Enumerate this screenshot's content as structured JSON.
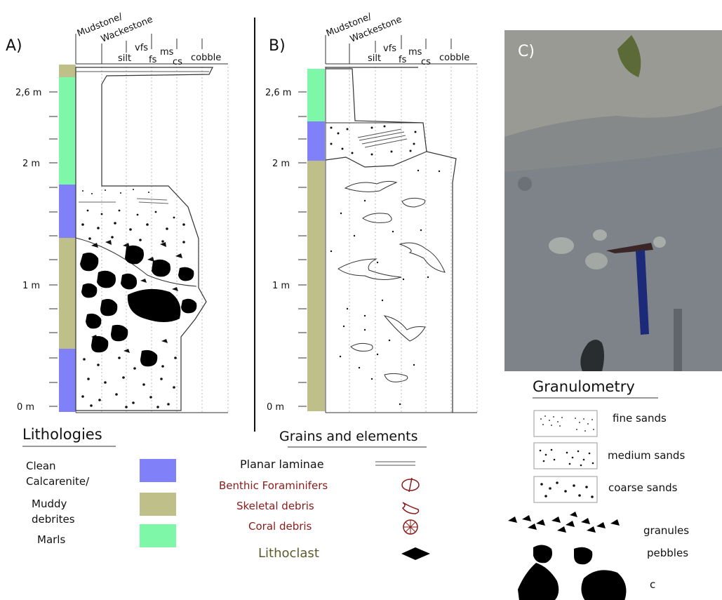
{
  "panels": {
    "a": {
      "label": "A)"
    },
    "b": {
      "label": "B)"
    },
    "c": {
      "label": "C)"
    }
  },
  "grain_scale": {
    "mudstone": "Mudstone/",
    "wackestone": "Wackestone",
    "silt": "silt",
    "vfs": "vfs",
    "fs": "fs",
    "ms": "ms",
    "cs": "cs",
    "cobble": "cobble"
  },
  "depth_labels": {
    "m26": "2,6 m",
    "m2": "2 m",
    "m1": "1 m",
    "m0": "0 m"
  },
  "lithologies": {
    "title": "Lithologies",
    "clean_line1": "Clean",
    "clean_line2": "Calcarenite/",
    "muddy_line1": "Muddy",
    "muddy_line2": "debrites",
    "marls": "Marls",
    "colors": {
      "clean": "#8080f8",
      "muddy": "#bfbf8a",
      "marls": "#7ff7a8"
    }
  },
  "grains": {
    "title": "Grains and elements",
    "planar": "Planar laminae",
    "benthic": "Benthic Foraminifers",
    "skeletal": "Skeletal debris",
    "coral": "Coral debris",
    "lithoclast": "Lithoclast"
  },
  "granulometry": {
    "title": "Granulometry",
    "fine": "fine sands",
    "medium": "medium sands",
    "coarse": "coarse sands",
    "granules": "granules",
    "pebbles": "pebbles",
    "cobbles": "c"
  }
}
